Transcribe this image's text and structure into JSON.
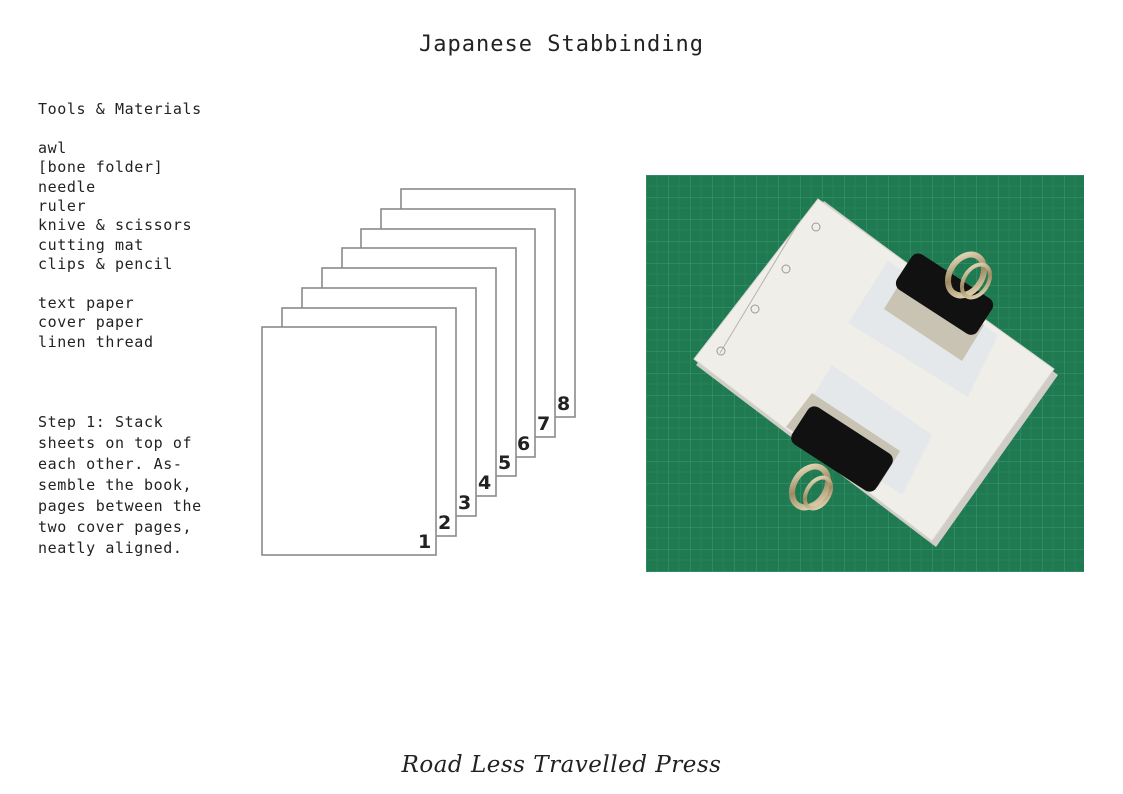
{
  "title": "Japanese Stabbinding",
  "tools": {
    "heading": "Tools & Materials",
    "tool_items": [
      "awl",
      "[bone folder]",
      "needle",
      "ruler",
      "knive & scissors",
      "cutting mat",
      "clips & pencil"
    ],
    "material_items": [
      "text paper",
      "cover paper",
      "linen thread"
    ]
  },
  "step": {
    "text": "Step 1: Stack\nsheets on top of\neach other. As-\nsemble the book,\npages between the\ntwo cover pages,\nneatly aligned."
  },
  "diagram": {
    "page_labels": [
      "1",
      "2",
      "3",
      "4",
      "5",
      "6",
      "7",
      "8"
    ]
  },
  "photo": {
    "icon": "book-clips-photo",
    "colors": {
      "mat": "#1f7a52",
      "paper": "#efeee9",
      "clip": "#111111"
    }
  },
  "footer": "Road Less Travelled Press"
}
